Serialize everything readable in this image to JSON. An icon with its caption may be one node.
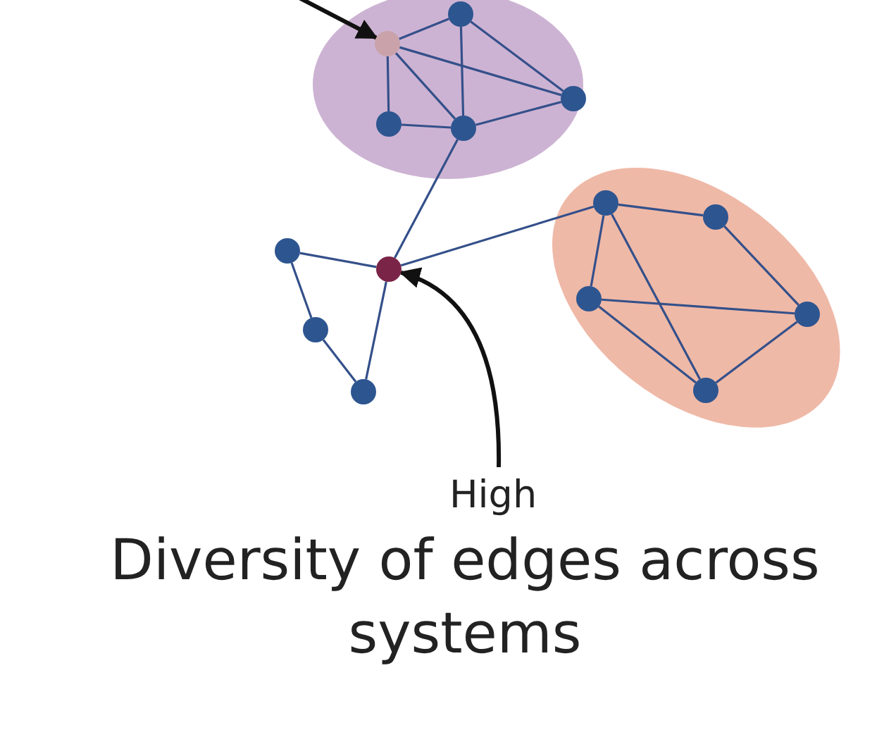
{
  "diagram": {
    "caption": "Diversity of edges across systems",
    "nodes": [
      {
        "text": [],
        "shape": "ellipse"
      },
      {
        "text": [],
        "shape": "circle",
        "in": 0
      },
      {
        "text": [],
        "shape": "circle",
        "in": 0
      },
      {
        "text": [],
        "shape": "circle",
        "in": 0
      },
      {
        "text": [],
        "shape": "circle",
        "in": 0
      },
      {
        "text": [],
        "shape": "circle",
        "in": 0
      },
      {
        "text": [],
        "shape": "ellipse"
      },
      {
        "text": [],
        "shape": "circle",
        "in": 6
      },
      {
        "text": [],
        "shape": "circle",
        "in": 6
      },
      {
        "text": [],
        "shape": "circle"
      },
      {
        "text": [],
        "shape": "circle"
      },
      {
        "text": [],
        "shape": "circle",
        "in": 6
      },
      {
        "text": [],
        "shape": "circle",
        "in": 6
      },
      {
        "text": [],
        "shape": "circle"
      },
      {
        "text": [],
        "shape": "circle"
      },
      {
        "text": [],
        "shape": "circle",
        "in": 6
      },
      {
        "text": [
          "High"
        ]
      }
    ],
    "edges": [
      {
        "from": null,
        "to": 2,
        "arrow": "to",
        "color": "#111111"
      },
      {
        "from": 2,
        "to": 1,
        "arrow": "none"
      },
      {
        "from": 2,
        "to": 3,
        "arrow": "none"
      },
      {
        "from": 2,
        "to": 4,
        "arrow": "none"
      },
      {
        "from": 2,
        "to": 5,
        "arrow": "none"
      },
      {
        "from": 1,
        "to": 5,
        "arrow": "none"
      },
      {
        "from": 1,
        "to": 3,
        "arrow": "none"
      },
      {
        "from": 4,
        "to": 5,
        "arrow": "none"
      },
      {
        "from": 5,
        "to": 3,
        "arrow": "none"
      },
      {
        "from": 5,
        "to": 10,
        "arrow": "none"
      },
      {
        "from": 9,
        "to": 10,
        "arrow": "none"
      },
      {
        "from": 9,
        "to": 13,
        "arrow": "none"
      },
      {
        "from": 13,
        "to": 14,
        "arrow": "none"
      },
      {
        "from": 14,
        "to": 10,
        "arrow": "none"
      },
      {
        "from": 10,
        "to": 7,
        "arrow": "none"
      },
      {
        "from": 7,
        "to": 8,
        "arrow": "none"
      },
      {
        "from": 7,
        "to": 11,
        "arrow": "none"
      },
      {
        "from": 7,
        "to": 15,
        "arrow": "none"
      },
      {
        "from": 11,
        "to": 12,
        "arrow": "none"
      },
      {
        "from": 11,
        "to": 15,
        "arrow": "none"
      },
      {
        "from": 8,
        "to": 12,
        "arrow": "none"
      },
      {
        "from": 12,
        "to": 15,
        "arrow": "none"
      },
      {
        "from": 16,
        "to": 10,
        "arrow": "to",
        "color": "#111111"
      }
    ]
  }
}
